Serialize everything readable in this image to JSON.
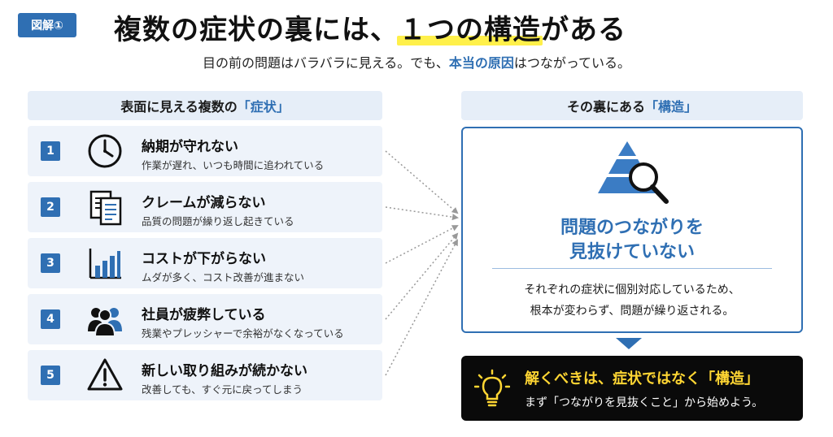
{
  "badge": "図解①",
  "title": {
    "before": "複数の症状の裏には、",
    "highlight": "１つの構造",
    "after": "がある"
  },
  "subtitle": {
    "before": "目の前の問題はバラバラに見える。でも、",
    "emphasis": "本当の原因",
    "after": "はつながっている。"
  },
  "left_header": {
    "text": "表面に見える複数の",
    "emphasis": "「症状」"
  },
  "right_header": {
    "text": "その裏にある",
    "emphasis": "「構造」"
  },
  "symptoms": [
    {
      "num": "1",
      "title": "納期が守れない",
      "desc": "作業が遅れ、いつも時間に追われている",
      "icon": "clock-icon"
    },
    {
      "num": "2",
      "title": "クレームが減らない",
      "desc": "品質の問題が繰り返し起きている",
      "icon": "documents-icon"
    },
    {
      "num": "3",
      "title": "コストが下がらない",
      "desc": "ムダが多く、コスト改善が進まない",
      "icon": "bar-chart-icon"
    },
    {
      "num": "4",
      "title": "社員が疲弊している",
      "desc": "残業やプレッシャーで余裕がなくなっている",
      "icon": "people-icon"
    },
    {
      "num": "5",
      "title": "新しい取り組みが続かない",
      "desc": "改善しても、すぐ元に戻ってしまう",
      "icon": "warning-icon"
    }
  ],
  "structure": {
    "icon": "pyramid-magnifier-icon",
    "line1": "問題のつながりを",
    "line2": "見抜けていない",
    "note1": "それぞれの症状に個別対応しているため、",
    "note2": "根本が変わらず、問題が繰り返される。"
  },
  "conclusion": {
    "icon": "lightbulb-icon",
    "line1": "解くべきは、症状ではなく「構造」",
    "line2": "まず「つながりを見抜くこと」から始めよう。"
  },
  "colors": {
    "accent": "#2f6fb3",
    "highlight": "#fff04a",
    "card_bg": "#eef3fa",
    "header_bg": "#e6eef8",
    "conclusion_bg": "#0a0a0a",
    "conclusion_text": "#ffd633"
  }
}
